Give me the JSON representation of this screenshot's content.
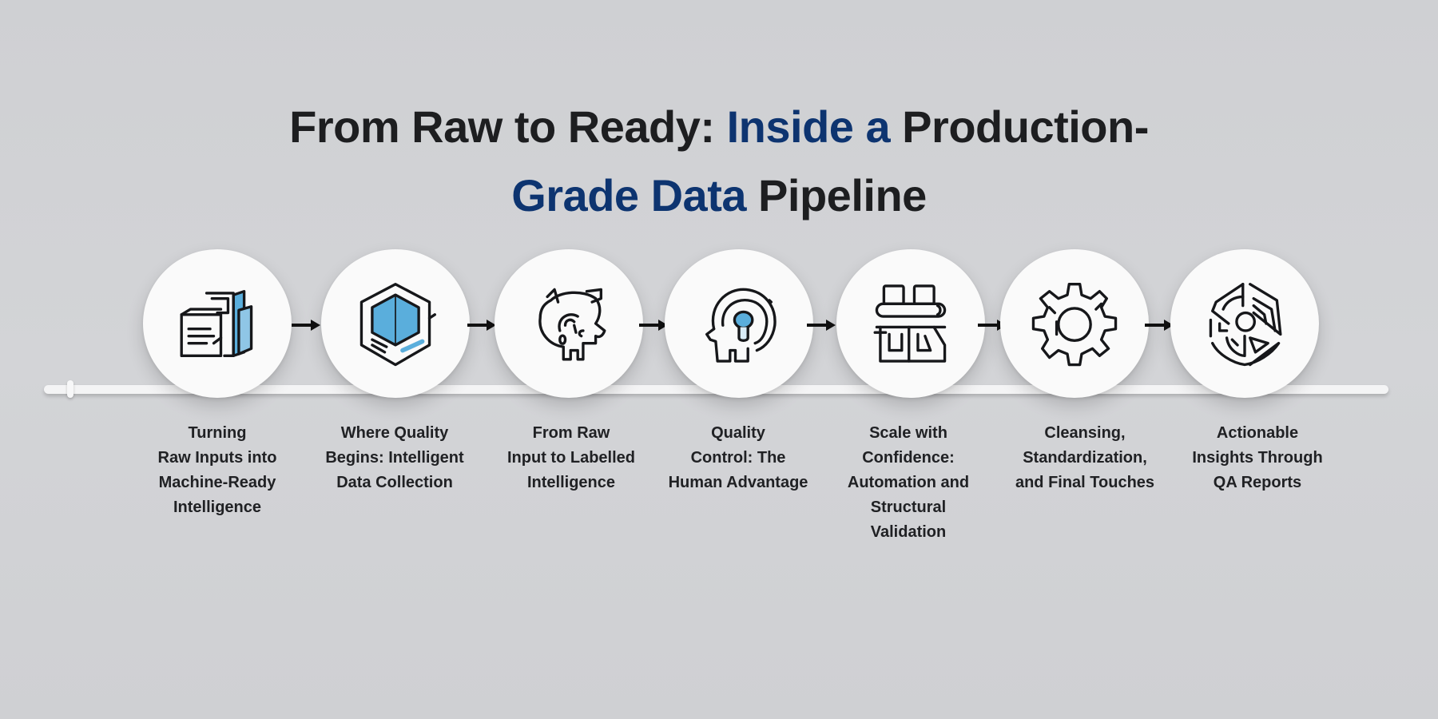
{
  "title": {
    "line1": {
      "plain": "From Raw to Ready: ",
      "accent": "Inside a",
      "plain_end": " Production-"
    },
    "line2": {
      "accent": "Grade Data",
      "plain_end": " Pipeline"
    },
    "colors": {
      "text": "#1d1e20",
      "accent": "#0d3470"
    }
  },
  "colors": {
    "background": "#d1d2d5",
    "icon_fill": "#5aaedc",
    "icon_stroke": "#16171a",
    "circle": "#fafafa"
  },
  "steps": [
    {
      "icon": "document-stack-icon",
      "label_lines": [
        "Turning",
        "Raw Inputs into",
        "Machine-Ready",
        "Intelligence"
      ]
    },
    {
      "icon": "hexagon-cube-icon",
      "label_lines": [
        "Where Quality",
        "Begins: Intelligent",
        "Data Collection"
      ]
    },
    {
      "icon": "head-profile-icon",
      "label_lines": [
        "From Raw",
        "Input to Labelled",
        "Intelligence"
      ]
    },
    {
      "icon": "human-head-bulb-icon",
      "label_lines": [
        "Quality",
        "Control: The",
        "Human Advantage"
      ]
    },
    {
      "icon": "structured-blocks-icon",
      "label_lines": [
        "Scale with",
        "Confidence:",
        "Automation and",
        "Structural",
        "Validation"
      ]
    },
    {
      "icon": "gear-icon",
      "label_lines": [
        "Cleansing,",
        "Standardization,",
        "and Final Touches"
      ]
    },
    {
      "icon": "hexagon-report-icon",
      "label_lines": [
        "Actionable",
        "Insights Through",
        "QA Reports"
      ]
    }
  ],
  "connectors": {
    "count": 6,
    "icon": "arrow-right-icon"
  }
}
